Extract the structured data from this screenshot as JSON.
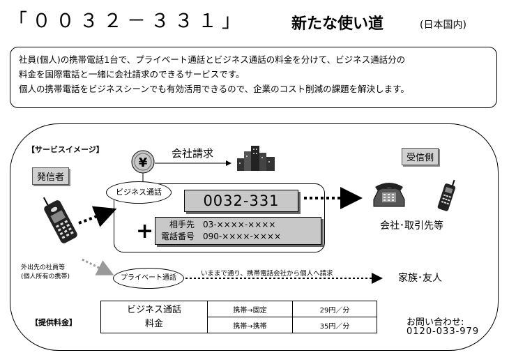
{
  "header": {
    "title": "「００３２－３３１」",
    "subtitle": "新たな使い道",
    "subsub": "(日本国内)"
  },
  "intro": {
    "lines": [
      "社員(個人)の携帯電話1台で、プライベート通話とビジネス通話の料金を分けて、ビジネス通話分の",
      "料金を国際電話と一緒に会社請求のできるサービスです。",
      "個人の携帯電話をビジネスシーンでも有効活用できるので、企業のコスト削減の課題を解決します。"
    ]
  },
  "diagram": {
    "service_image_label": "【サービスイメージ】",
    "company_billing": "会社請求",
    "yen_symbol": "¥",
    "caller_label": "発信者",
    "receiver_label": "受信側",
    "business_call": "ビジネス通話",
    "number": "0032-331",
    "plus": "+",
    "partner_label": "相手先",
    "partner_number": "03-××××-××××",
    "phone_label": "電話番号",
    "phone_number": "090-××××-××××",
    "company_partners": "会社･取引先等",
    "caller_desc_1": "外出先の社員等",
    "caller_desc_2": "(個人所有の携帯)",
    "private_call": "プライベート通話",
    "private_note": "いままで通り、携帯電話会社から個人へ請求",
    "family_friends": "家族･友人"
  },
  "fees": {
    "label": "【提供料金】",
    "header_line1": "ビジネス通話",
    "header_line2": "料金",
    "rows": [
      {
        "type": "携帯→固定",
        "price": "29円／分"
      },
      {
        "type": "携帯→携帯",
        "price": "35円／分"
      }
    ]
  },
  "contact": {
    "label": "お問い合わせ:",
    "number": "0120-033-979"
  },
  "icons": {
    "caller_phone": "mobile-phone-icon",
    "yen": "yen-coin-icon",
    "building": "office-building-icon",
    "desk_phone": "desk-phone-icon",
    "cordless_phone": "cordless-phone-icon"
  }
}
